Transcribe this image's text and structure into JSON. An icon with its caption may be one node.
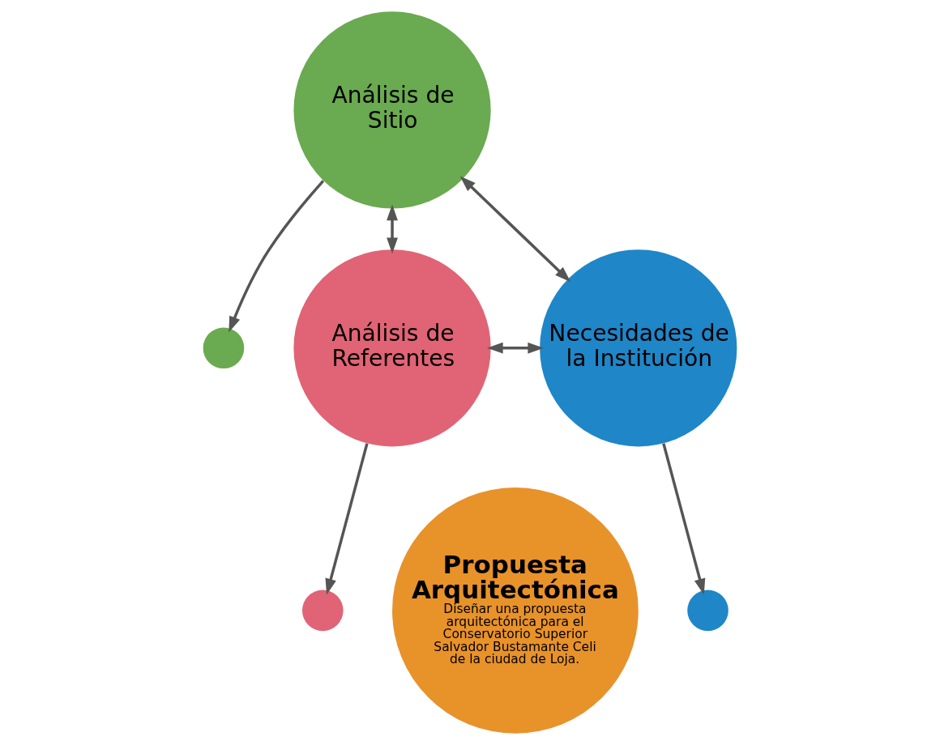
{
  "diagram": {
    "nodes": [
      {
        "text": [
          "Análisis de Sitio"
        ]
      },
      {
        "text": [],
        "shape": "circle"
      },
      {
        "text": [
          "Propuesta Arquitectónica",
          "Diseñar una propuesta arquitectónica para el Conservatorio Superior Salvador Bustamante Celi de la ciudad de Loja."
        ]
      },
      {
        "text": [],
        "shape": "circle"
      },
      {
        "text": [],
        "shape": "circle"
      },
      {
        "text": [
          "Análisis de Referentes"
        ]
      },
      {
        "text": [
          "Necesidades de la Institución"
        ]
      }
    ],
    "edges": [
      {
        "from": 0,
        "to": 1,
        "arrow": "to"
      },
      {
        "from": 0,
        "to": 5,
        "arrow": "both"
      },
      {
        "from": 0,
        "to": 6,
        "arrow": "both"
      },
      {
        "from": 5,
        "to": 3,
        "arrow": "to"
      },
      {
        "from": 6,
        "to": 4,
        "arrow": "to"
      },
      {
        "from": 5,
        "to": 6,
        "arrow": "both"
      }
    ]
  }
}
